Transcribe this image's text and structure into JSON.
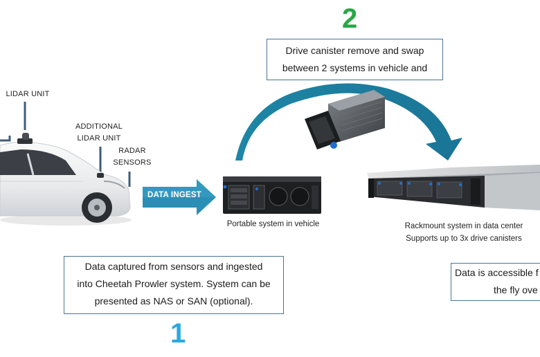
{
  "step_numbers": {
    "one": "1",
    "two": "2"
  },
  "colors": {
    "step_one": "#29a9e0",
    "step_two": "#27a845",
    "arrow_teal": "#1f7f9e",
    "box_border": "#4b7394",
    "connector": "#3d5d78"
  },
  "sensor_labels": {
    "lidar_unit": "LIDAR UNIT",
    "additional_lidar_line1": "ADDITIONAL",
    "additional_lidar_line2": "LIDAR UNIT",
    "radar_line1": "RADAR",
    "radar_line2": "SENSORS"
  },
  "ingest_arrow_label": "DATA INGEST",
  "captions": {
    "portable": "Portable system in vehicle",
    "rackmount_line1": "Rackmount system in data center",
    "rackmount_line2": "Supports up to 3x drive canisters"
  },
  "boxes": {
    "top_line1": "Drive canister remove and swap",
    "top_line2": "between 2 systems in vehicle and",
    "bottom_line1": "Data captured from sensors and ingested",
    "bottom_line2": "into Cheetah Prowler system. System can be",
    "bottom_line3": "presented as NAS or SAN (optional).",
    "right_line1": "Data is accessible f",
    "right_line2": "the fly ove"
  },
  "icons": {
    "vehicle": "autonomous-car-icon",
    "portable": "portable-server-icon",
    "canister": "drive-canister-icon",
    "rackmount": "rack-server-icon"
  }
}
